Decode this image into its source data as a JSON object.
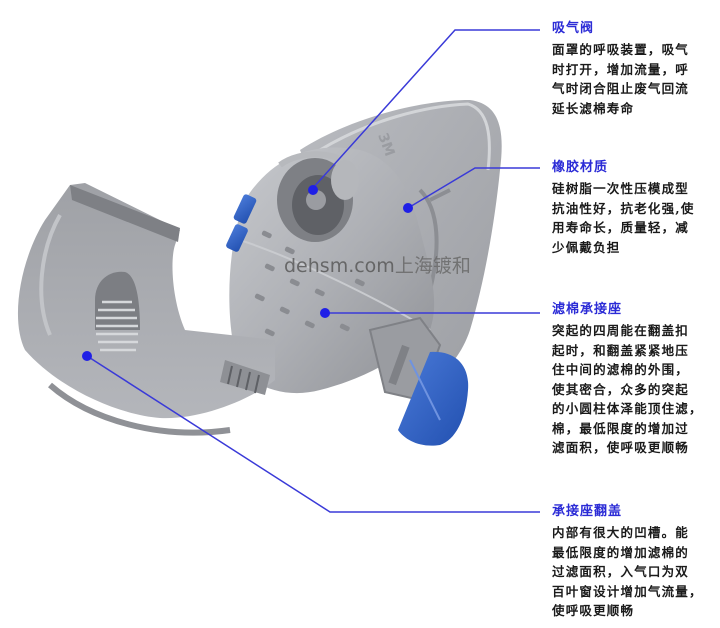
{
  "diagram": {
    "subject": "half-mask respirator exploded view",
    "accent_color": "#2b2bd6",
    "line_color": "#3a3ad8",
    "mask_gray": "#a9abb0",
    "clip_blue": "#2f5fc2"
  },
  "watermark": {
    "latin": "dehsm.com",
    "cn": "上海镀和"
  },
  "callouts": [
    {
      "title": "吸气阀",
      "lines": [
        "面罩的呼吸装置，吸气",
        "时打开，增加流量，呼",
        "气时闭合阻止废气回流",
        "延长滤棉寿命"
      ]
    },
    {
      "title": "橡胶材质",
      "lines": [
        "硅树脂一次性压模成型",
        "抗油性好，抗老化强,使",
        "用寿命长，质量轻，减",
        "少佩戴负担"
      ]
    },
    {
      "title": "滤棉承接座",
      "lines": [
        "突起的四周能在翻盖扣",
        "起时，和翻盖紧紧地压",
        "住中间的滤棉的外围，",
        "使其密合，众多的突起",
        "的小圆柱体泽能顶住滤，",
        "棉，最低限度的增加过",
        "滤面积，使呼吸更顺畅"
      ]
    },
    {
      "title": "承接座翻盖",
      "lines": [
        "内部有很大的凹槽。能",
        "最低限度的增加滤棉的",
        "过滤面积，入气口为双",
        "百叶窗设计增加气流量，",
        "使呼吸更顺畅"
      ]
    }
  ]
}
